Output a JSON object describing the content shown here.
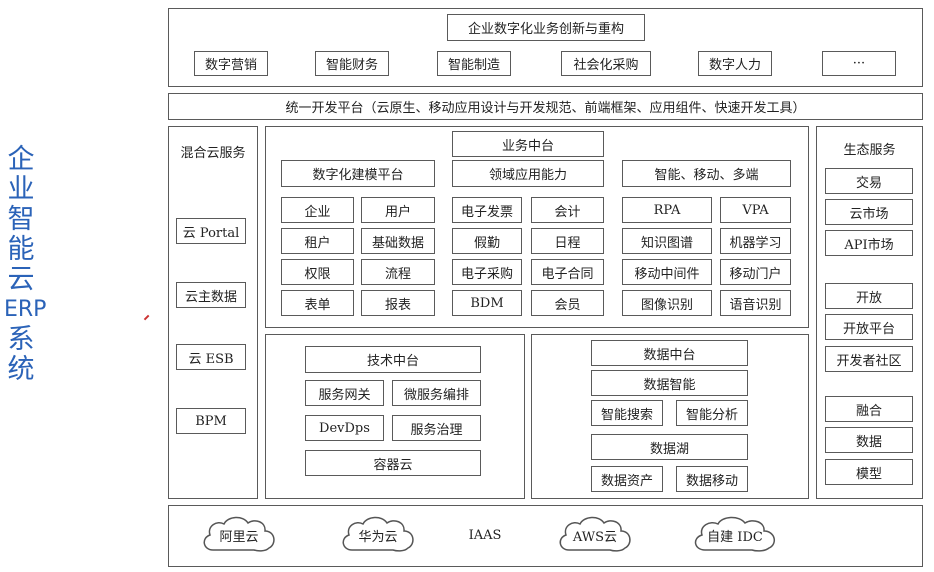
{
  "side_title": [
    "企",
    "业",
    "智",
    "能",
    "云",
    "ERP",
    "系",
    "统"
  ],
  "top": {
    "title": "企业数字化业务创新与重构",
    "items": [
      "数字营销",
      "智能财务",
      "智能制造",
      "社会化采购",
      "数字人力",
      "···"
    ]
  },
  "platform": "统一开发平台（云原生、移动应用设计与开发规范、前端框架、应用组件、快速开发工具）",
  "hybrid": {
    "title": "混合云服务",
    "items": [
      "云 Portal",
      "云主数据",
      "云 ESB",
      "BPM"
    ]
  },
  "business": {
    "title": "业务中台",
    "modeling": {
      "title": "数字化建模平台",
      "items": [
        "企业",
        "用户",
        "租户",
        "基础数据",
        "权限",
        "流程",
        "表单",
        "报表"
      ]
    },
    "domain": {
      "title": "领域应用能力",
      "items": [
        "电子发票",
        "会计",
        "假勤",
        "日程",
        "电子采购",
        "电子合同",
        "BDM",
        "会员"
      ]
    },
    "smart": {
      "title": "智能、移动、多端",
      "items": [
        "RPA",
        "VPA",
        "知识图谱",
        "机器学习",
        "移动中间件",
        "移动门户",
        "图像识别",
        "语音识别"
      ]
    }
  },
  "tech": {
    "title": "技术中台",
    "items": [
      "服务网关",
      "微服务编排",
      "DevDps",
      "服务治理"
    ],
    "bottom": "容器云"
  },
  "data": {
    "title": "数据中台",
    "intel": "数据智能",
    "intel_items": [
      "智能搜索",
      "智能分析"
    ],
    "lake": "数据湖",
    "lake_items": [
      "数据资产",
      "数据移动"
    ]
  },
  "eco": {
    "title": "生态服务",
    "group1": [
      "交易",
      "云市场",
      "API市场"
    ],
    "group2": [
      "开放",
      "开放平台",
      "开发者社区"
    ],
    "group3": [
      "融合",
      "数据",
      "模型"
    ]
  },
  "iaas": {
    "clouds": [
      "阿里云",
      "华为云",
      "AWS云",
      "自建 IDC"
    ],
    "label": "IAAS"
  }
}
